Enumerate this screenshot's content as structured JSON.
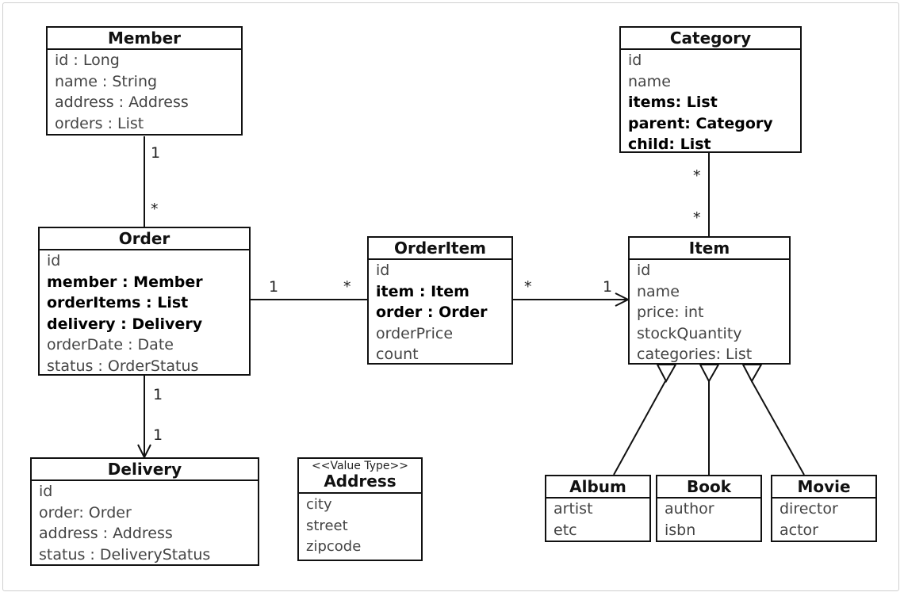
{
  "classes": {
    "member": {
      "name": "Member",
      "fields": [
        "id : Long",
        "name : String",
        "address : Address",
        "orders : List"
      ]
    },
    "order": {
      "name": "Order",
      "fields": [
        "id",
        "member : Member",
        "orderItems : List",
        "delivery : Delivery",
        "orderDate : Date",
        "status : OrderStatus"
      ]
    },
    "delivery": {
      "name": "Delivery",
      "fields": [
        "id",
        "order: Order",
        "address : Address",
        "status : DeliveryStatus"
      ]
    },
    "address": {
      "stereotype": "<<Value Type>>",
      "name": "Address",
      "fields": [
        "city",
        "street",
        "zipcode"
      ]
    },
    "orderitem": {
      "name": "OrderItem",
      "fields": [
        "id",
        "item : Item",
        "order : Order",
        "orderPrice",
        "count"
      ]
    },
    "category": {
      "name": "Category",
      "fields": [
        "id",
        "name",
        "items: List",
        "parent: Category",
        "child: List"
      ]
    },
    "item": {
      "name": "Item",
      "fields": [
        "id",
        "name",
        "price: int",
        "stockQuantity",
        "categories: List"
      ]
    },
    "album": {
      "name": "Album",
      "fields": [
        "artist",
        "etc"
      ]
    },
    "book": {
      "name": "Book",
      "fields": [
        "author",
        "isbn"
      ]
    },
    "movie": {
      "name": "Movie",
      "fields": [
        "director",
        "actor"
      ]
    }
  },
  "multiplicities": {
    "member_order_member": "1",
    "member_order_order": "*",
    "order_orderitem_order": "1",
    "order_orderitem_orderitem": "*",
    "orderitem_item_orderitem": "*",
    "orderitem_item_item": "1",
    "category_item_category": "*",
    "category_item_item": "*",
    "order_delivery_order": "1",
    "order_delivery_delivery": "1"
  }
}
